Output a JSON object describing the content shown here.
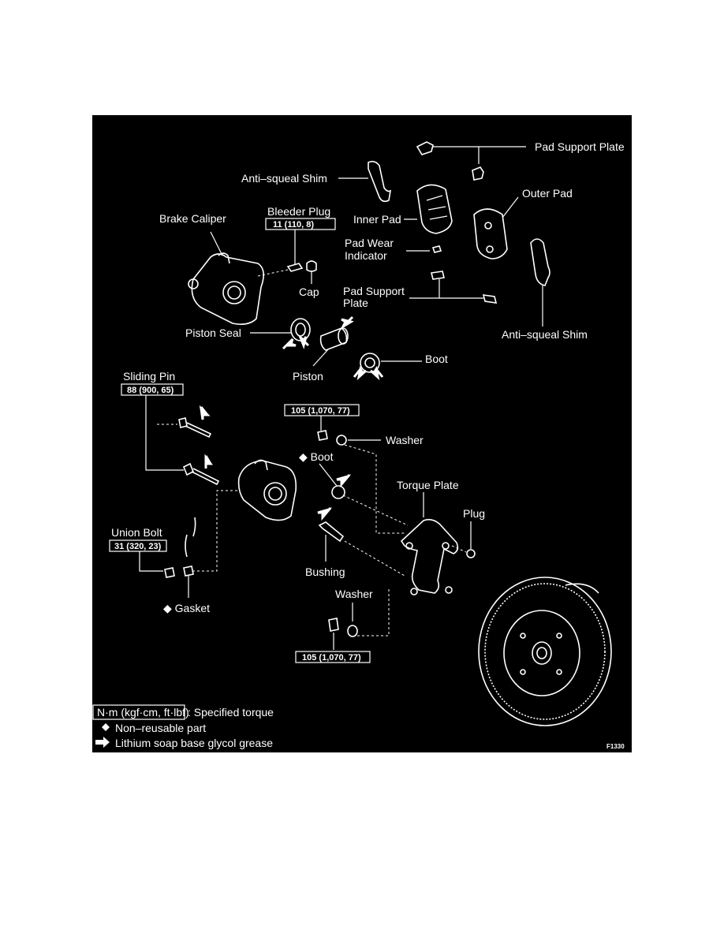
{
  "labels": {
    "pad_support_plate_top": "Pad Support Plate",
    "anti_squeal_shim_top": "Anti–squeal Shim",
    "outer_pad": "Outer Pad",
    "inner_pad": "Inner Pad",
    "brake_caliper": "Brake Caliper",
    "bleeder_plug": "Bleeder Plug",
    "pad_wear_indicator_1": "Pad Wear",
    "pad_wear_indicator_2": "Indicator",
    "cap": "Cap",
    "pad_support_plate_mid_1": "Pad Support",
    "pad_support_plate_mid_2": "Plate",
    "anti_squeal_shim_bottom": "Anti–squeal Shim",
    "piston_seal": "Piston Seal",
    "piston": "Piston",
    "boot_piston": "Boot",
    "sliding_pin": "Sliding Pin",
    "washer_top": "Washer",
    "boot_pin": "◆ Boot",
    "torque_plate": "Torque Plate",
    "plug": "Plug",
    "union_bolt": "Union Bolt",
    "bushing": "Bushing",
    "washer_bottom": "Washer",
    "gasket": "◆ Gasket"
  },
  "torques": {
    "bleeder_plug": "11 (110, 8)",
    "sliding_pin": "88 (900, 65)",
    "torque_plate_top": "105 (1,070, 77)",
    "union_bolt": "31 (320, 23)",
    "torque_plate_bottom": "105 (1,070, 77)"
  },
  "legend": {
    "torque_box": "N·m (kgf·cm, ft·lbf)",
    "torque_text": ": Specified torque",
    "non_reusable": "Non–reusable part",
    "grease": "Lithium soap base glycol grease"
  },
  "figure_code": "F1330"
}
